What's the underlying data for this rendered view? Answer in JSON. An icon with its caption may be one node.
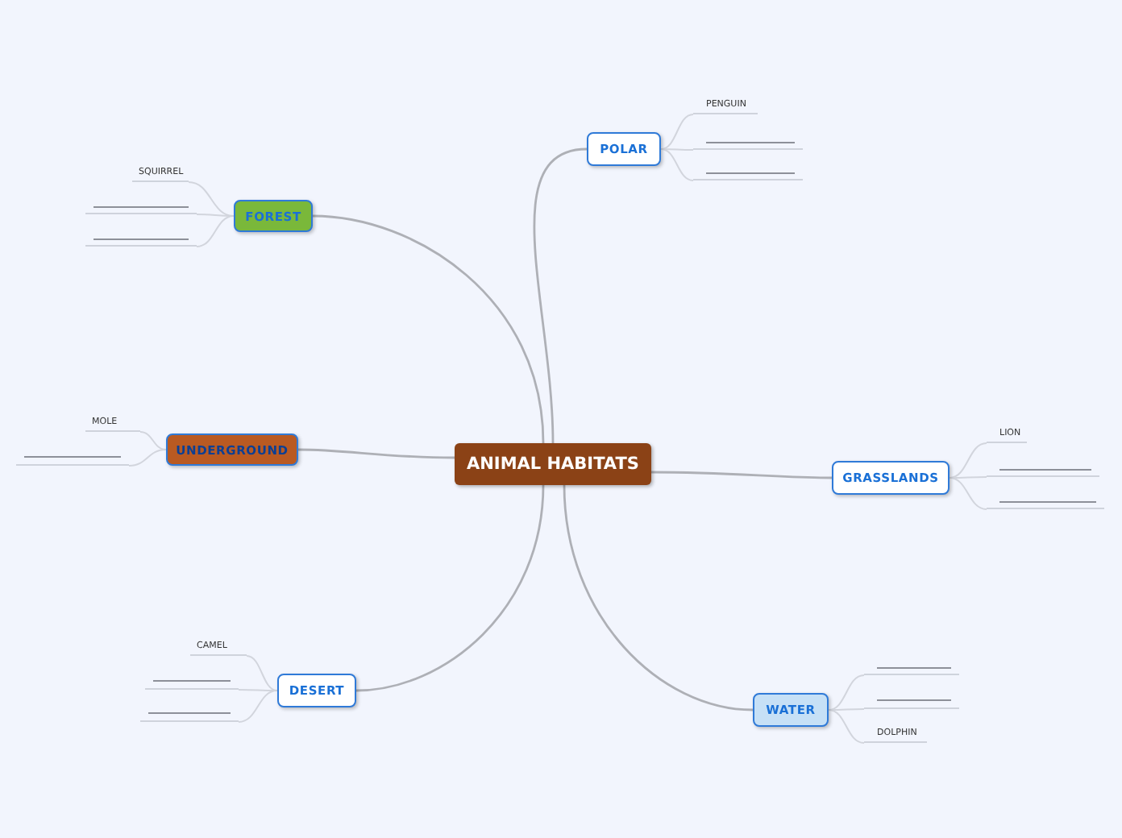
{
  "diagram": {
    "nodes": [
      {
        "text": [
          "ANIMAL HABITATS"
        ]
      },
      {
        "text": [
          "POLAR"
        ]
      },
      {
        "text": [
          "PENGUIN"
        ]
      },
      {
        "text": [],
        "shape": "line"
      },
      {
        "text": [],
        "shape": "line"
      },
      {
        "text": [
          "FOREST"
        ]
      },
      {
        "text": [
          "SQUIRREL"
        ]
      },
      {
        "text": [],
        "shape": "line"
      },
      {
        "text": [],
        "shape": "line"
      },
      {
        "text": [
          "UNDERGROUND"
        ]
      },
      {
        "text": [
          "MOLE"
        ]
      },
      {
        "text": [],
        "shape": "line"
      },
      {
        "text": [
          "GRASSLANDS"
        ]
      },
      {
        "text": [
          "LION"
        ]
      },
      {
        "text": [],
        "shape": "line"
      },
      {
        "text": [],
        "shape": "line"
      },
      {
        "text": [
          "WATER"
        ]
      },
      {
        "text": [],
        "shape": "line"
      },
      {
        "text": [],
        "shape": "line"
      },
      {
        "text": [
          "DOLPHIN"
        ]
      },
      {
        "text": [
          "DESERT"
        ]
      },
      {
        "text": [
          "CAMEL"
        ]
      },
      {
        "text": [],
        "shape": "line"
      },
      {
        "text": [],
        "shape": "line"
      }
    ],
    "edges": [
      {
        "from": 0,
        "to": 1,
        "arrow": "none",
        "color": "#aeb0b6"
      },
      {
        "from": 1,
        "to": 2,
        "arrow": "none"
      },
      {
        "from": 1,
        "to": 3,
        "arrow": "none"
      },
      {
        "from": 1,
        "to": 4,
        "arrow": "none"
      },
      {
        "from": 0,
        "to": 5,
        "arrow": "none",
        "color": "#aeb0b6"
      },
      {
        "from": 5,
        "to": 6,
        "arrow": "none"
      },
      {
        "from": 5,
        "to": 7,
        "arrow": "none"
      },
      {
        "from": 5,
        "to": 8,
        "arrow": "none"
      },
      {
        "from": 0,
        "to": 9,
        "arrow": "none",
        "color": "#aeb0b6"
      },
      {
        "from": 9,
        "to": 10,
        "arrow": "none"
      },
      {
        "from": 9,
        "to": 11,
        "arrow": "none"
      },
      {
        "from": 0,
        "to": 12,
        "arrow": "none",
        "color": "#aeb0b6"
      },
      {
        "from": 12,
        "to": 13,
        "arrow": "none"
      },
      {
        "from": 12,
        "to": 14,
        "arrow": "none"
      },
      {
        "from": 12,
        "to": 15,
        "arrow": "none"
      },
      {
        "from": 0,
        "to": 16,
        "arrow": "none",
        "color": "#aeb0b6"
      },
      {
        "from": 16,
        "to": 17,
        "arrow": "none"
      },
      {
        "from": 16,
        "to": 18,
        "arrow": "none"
      },
      {
        "from": 16,
        "to": 19,
        "arrow": "none"
      },
      {
        "from": 0,
        "to": 20,
        "arrow": "none",
        "color": "#aeb0b6"
      },
      {
        "from": 20,
        "to": 21,
        "arrow": "none"
      },
      {
        "from": 20,
        "to": 22,
        "arrow": "none"
      },
      {
        "from": 20,
        "to": 23,
        "arrow": "none"
      }
    ]
  }
}
